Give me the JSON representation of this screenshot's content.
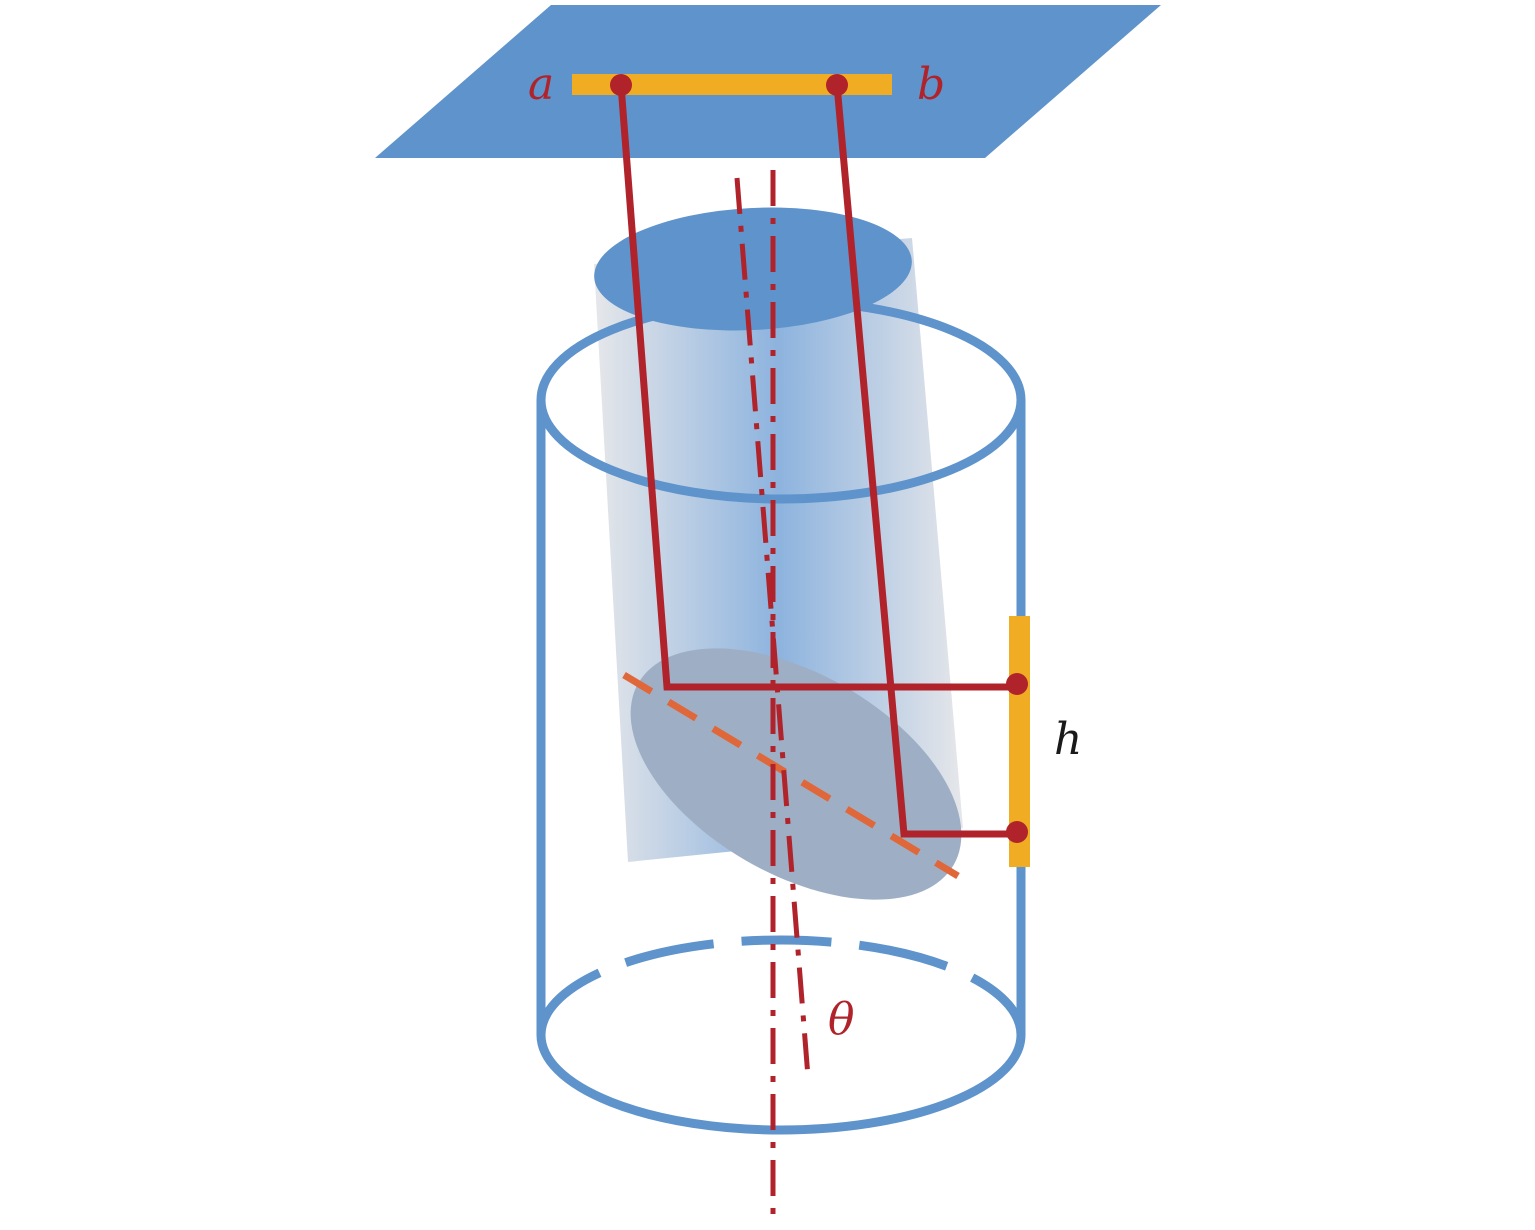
{
  "labels": {
    "a": "a",
    "b": "b",
    "h": "h",
    "theta": "θ"
  },
  "colors": {
    "plate": "#5e93cb",
    "cylinder_outline": "#5e93cb",
    "wire": "#b0232a",
    "electrode": "#f0ad24",
    "section_line": "#e0673a",
    "inner_body_gray": "#e0e0e2",
    "inner_body_blue": "#8db3de",
    "cross_section": "#9eafc5",
    "label_red": "#b0232a",
    "label_dark": "#1a1a1a"
  }
}
